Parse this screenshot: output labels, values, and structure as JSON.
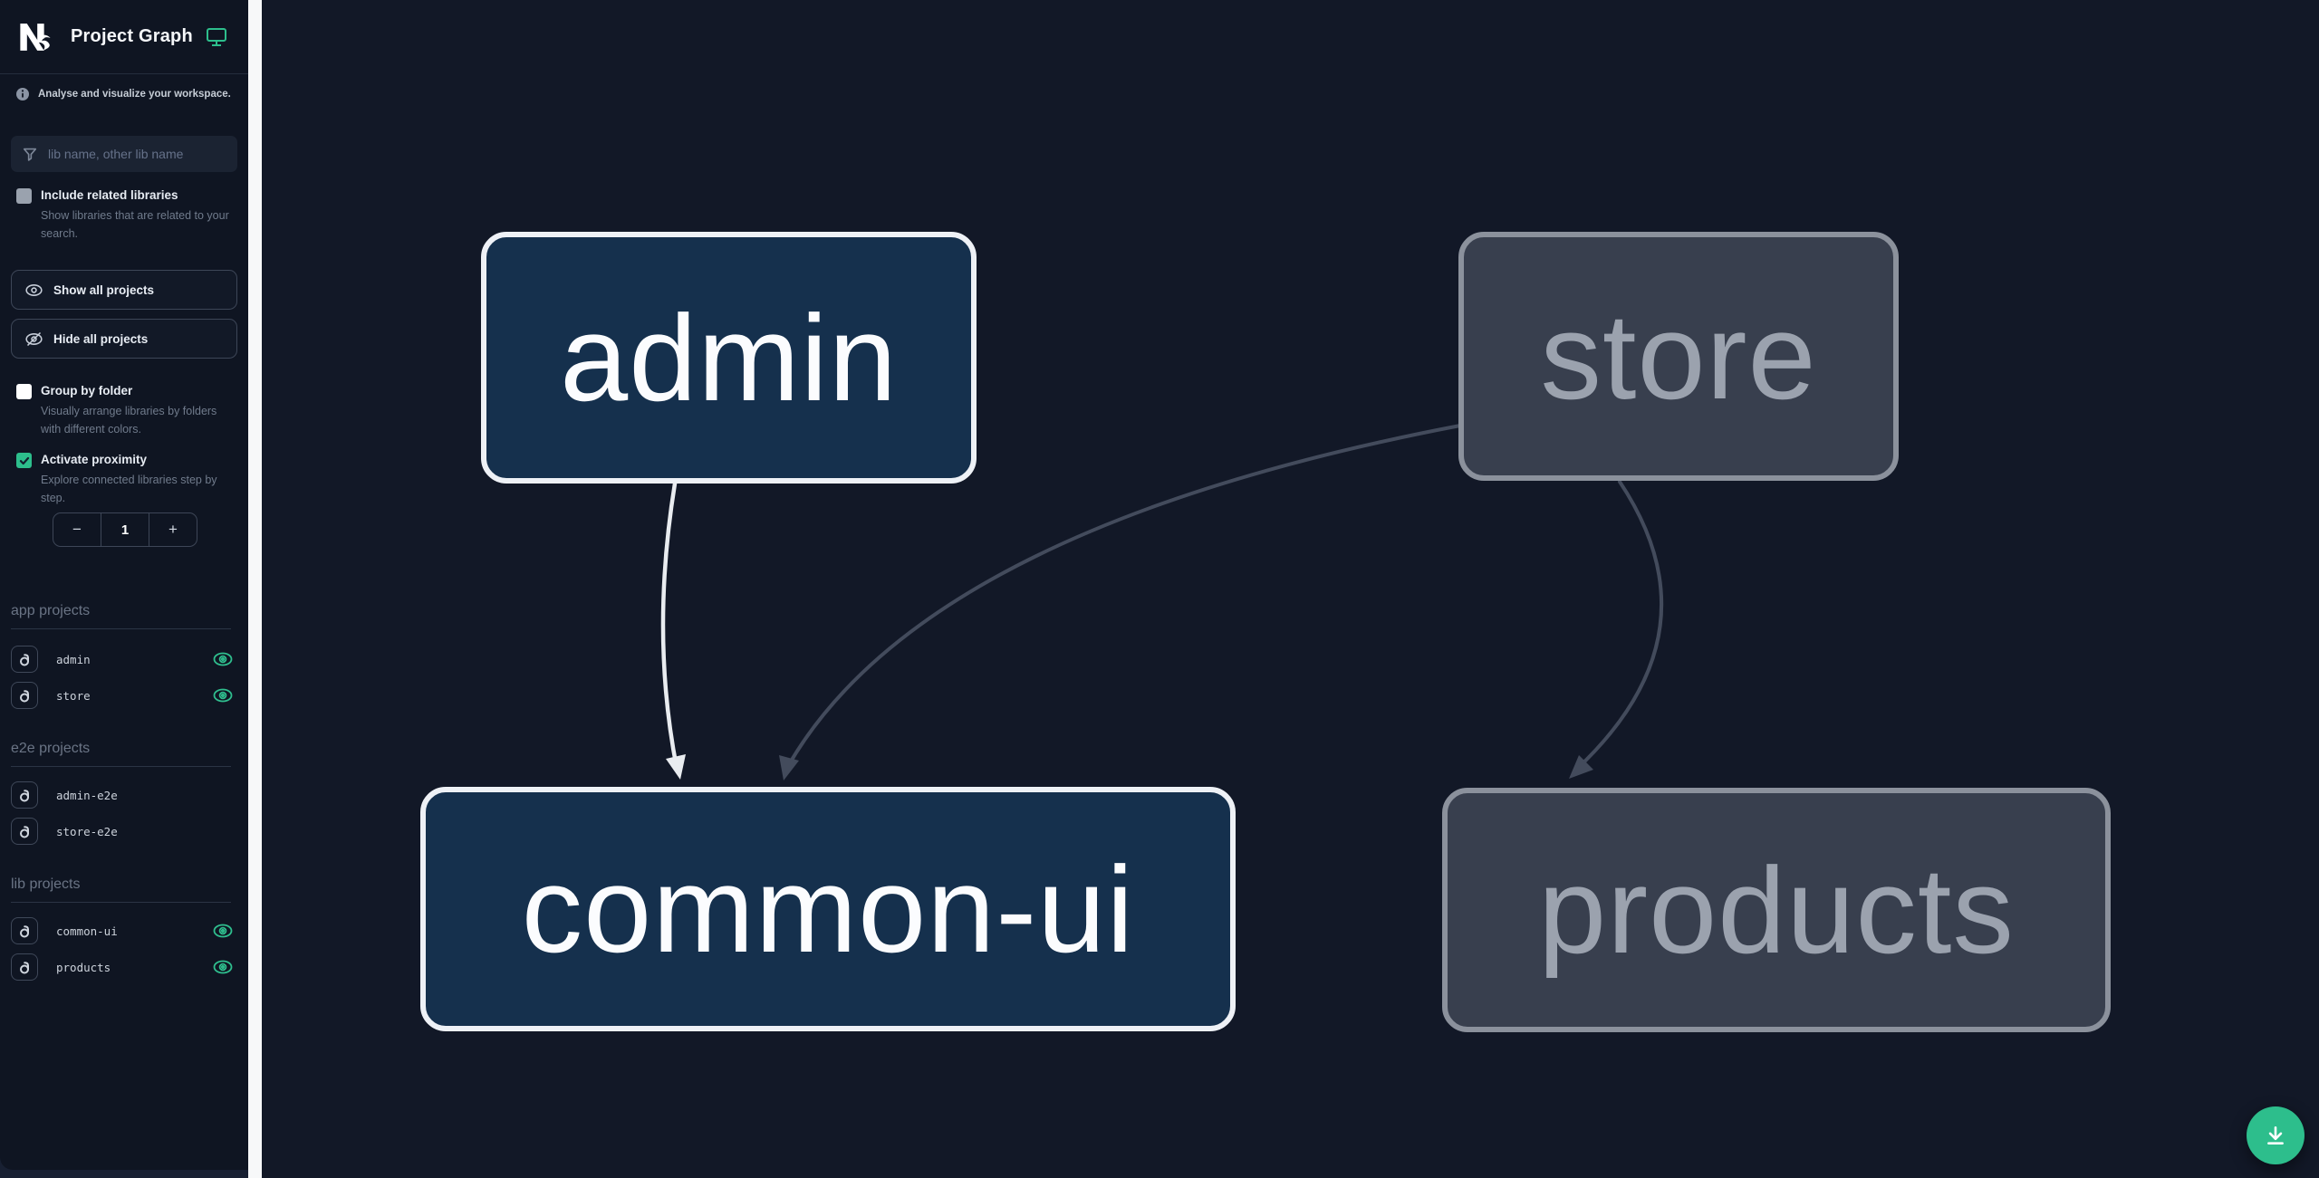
{
  "header": {
    "title": "Project Graph",
    "logo_icon": "nx-logo",
    "status_icon": "monitor-icon",
    "accent_color": "#2dbe8c"
  },
  "sidebar": {
    "tagline": "Analyse and visualize your workspace.",
    "search": {
      "placeholder": "lib name, other lib name",
      "value": "",
      "icon": "funnel-icon"
    },
    "toggles": [
      {
        "label": "Include related libraries",
        "description": "Show libraries that are related to your search.",
        "checked": false
      },
      {
        "label": "Group by folder",
        "description": "Visually arrange libraries by folders with different colors.",
        "checked": false
      },
      {
        "label": "Activate proximity",
        "description": "Explore connected libraries step by step.",
        "checked": true
      }
    ],
    "buttons": [
      {
        "label": "Show all projects",
        "icon": "eye-icon"
      },
      {
        "label": "Hide all projects",
        "icon": "eye-off-icon"
      }
    ],
    "stepper": {
      "decrement": "−",
      "value": "1",
      "increment": "+"
    },
    "sections": [
      {
        "title": "app projects",
        "items": [
          {
            "name": "admin",
            "visible": true
          },
          {
            "name": "store",
            "visible": true
          }
        ]
      },
      {
        "title": "e2e projects",
        "items": [
          {
            "name": "admin-e2e",
            "visible": false
          },
          {
            "name": "store-e2e",
            "visible": false
          }
        ]
      },
      {
        "title": "lib projects",
        "items": [
          {
            "name": "common-ui",
            "visible": true
          },
          {
            "name": "products",
            "visible": true
          }
        ]
      }
    ],
    "eye_color": "#2fbe8e"
  },
  "graph": {
    "nodes": [
      {
        "id": "admin",
        "label": "admin",
        "state": "focused"
      },
      {
        "id": "store",
        "label": "store",
        "state": "dimmed"
      },
      {
        "id": "common-ui",
        "label": "common-ui",
        "state": "focused"
      },
      {
        "id": "products",
        "label": "products",
        "state": "dimmed"
      }
    ],
    "edges": [
      {
        "source": "admin",
        "target": "common-ui",
        "state": "highlighted"
      },
      {
        "source": "store",
        "target": "common-ui",
        "state": "dimmed"
      },
      {
        "source": "store",
        "target": "products",
        "state": "dimmed"
      }
    ],
    "colors": {
      "node_focused_fill": "#15304d",
      "node_focused_border": "#eef1f6",
      "node_focused_text": "#fbfcfe",
      "node_dimmed_fill": "#383f4e",
      "node_dimmed_border": "#8b919c",
      "node_dimmed_text": "#9ba2ae",
      "edge_highlighted": "#e9ecf0",
      "edge_dimmed": "#434b5c",
      "canvas_background": "#121827"
    }
  },
  "fab": {
    "icon": "download-icon",
    "color": "#2dbe8c"
  }
}
